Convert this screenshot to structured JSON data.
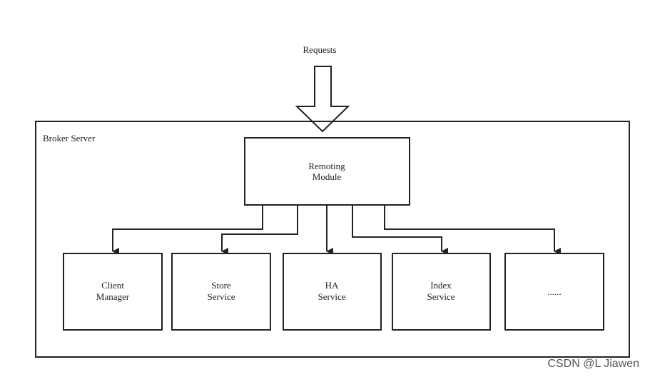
{
  "diagram": {
    "requests_label": "Requests",
    "container_label": "Broker Server",
    "remoting": {
      "line1": "Remoting",
      "line2": "Module"
    },
    "modules": [
      {
        "id": "client",
        "line1": "Client",
        "line2": "Manager"
      },
      {
        "id": "store",
        "line1": "Store",
        "line2": "Service"
      },
      {
        "id": "ha",
        "line1": "HA",
        "line2": "Service"
      },
      {
        "id": "index",
        "line1": "Index",
        "line2": "Service"
      },
      {
        "id": "more",
        "line1": "......",
        "line2": ""
      }
    ]
  },
  "watermark": "CSDN @L Jiawen",
  "colors": {
    "stroke": "#222222",
    "background": "#ffffff"
  }
}
